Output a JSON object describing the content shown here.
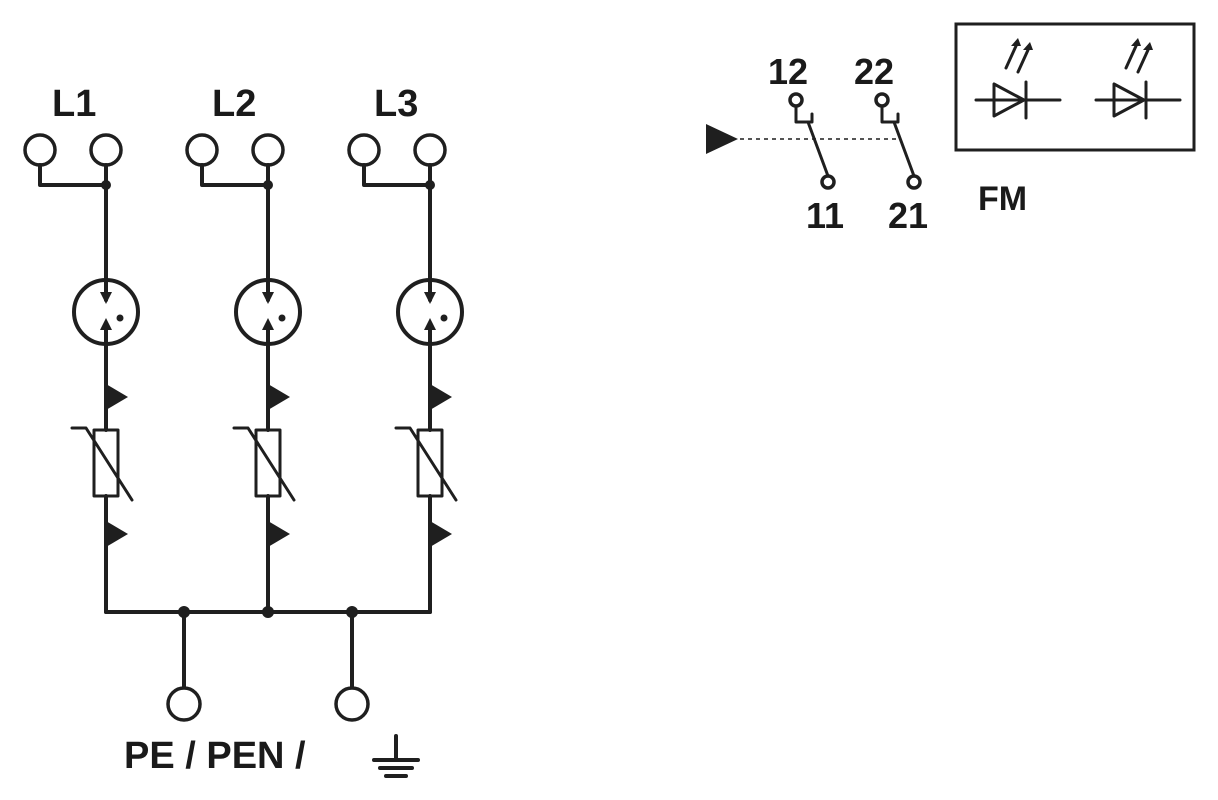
{
  "phases": [
    {
      "label": "L1"
    },
    {
      "label": "L2"
    },
    {
      "label": "L3"
    }
  ],
  "ground_label": "PE / PEN /",
  "contacts": [
    {
      "top": "12",
      "bottom": "11"
    },
    {
      "top": "22",
      "bottom": "21"
    }
  ],
  "fm_label": "FM",
  "icons": {
    "gas_discharge_tube": "gas-discharge-tube-icon",
    "varistor": "varistor-icon",
    "led": "led-icon",
    "ground": "ground-icon"
  }
}
